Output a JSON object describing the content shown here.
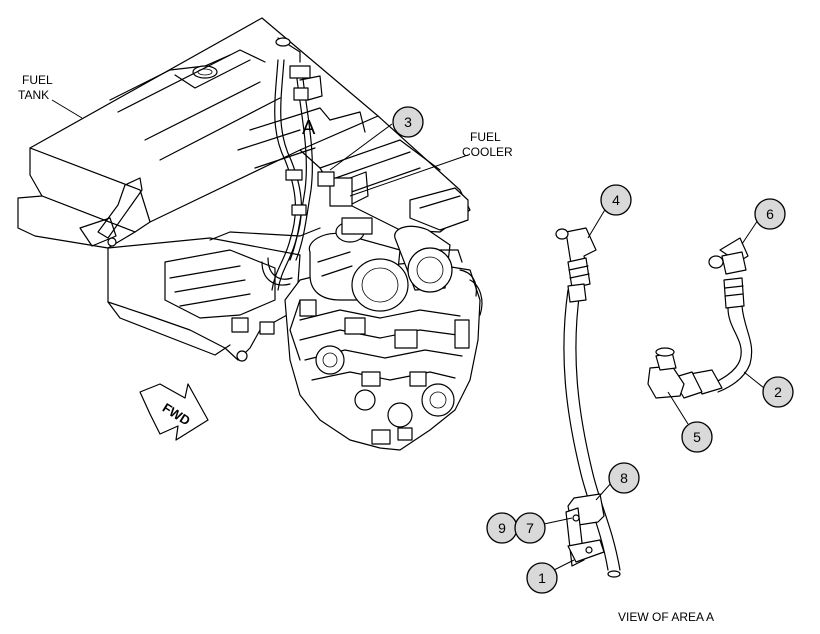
{
  "labels": {
    "fuel_tank_line1": "FUEL",
    "fuel_tank_line2": "TANK",
    "fuel_cooler_line1": "FUEL",
    "fuel_cooler_line2": "COOLER",
    "area_marker": "A",
    "forward_arrow": "FWD",
    "view_caption": "VIEW OF AREA  A"
  },
  "callouts": [
    {
      "id": "callout-3",
      "number": "3"
    },
    {
      "id": "callout-4",
      "number": "4"
    },
    {
      "id": "callout-6",
      "number": "6"
    },
    {
      "id": "callout-2",
      "number": "2"
    },
    {
      "id": "callout-5",
      "number": "5"
    },
    {
      "id": "callout-8",
      "number": "8"
    },
    {
      "id": "callout-9",
      "number": "9"
    },
    {
      "id": "callout-7",
      "number": "7"
    },
    {
      "id": "callout-1",
      "number": "1"
    }
  ],
  "colors": {
    "line": "#000000",
    "callout_fill": "#d9d9d9",
    "background": "#ffffff"
  }
}
